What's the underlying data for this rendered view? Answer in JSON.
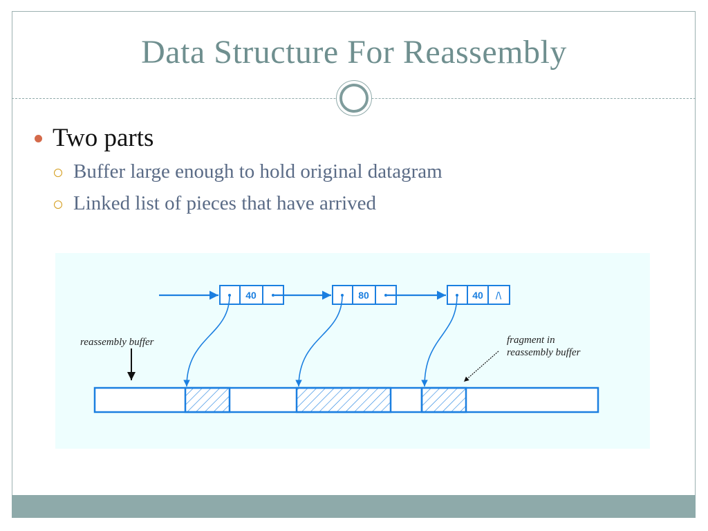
{
  "slide": {
    "title": "Data Structure For Reassembly",
    "bullets": [
      {
        "text": "Two parts",
        "subitems": [
          "Buffer large enough to hold original datagram",
          "Linked list of pieces that have arrived"
        ]
      }
    ]
  },
  "diagram": {
    "nodes": [
      {
        "value": "40",
        "next": "pointer"
      },
      {
        "value": "80",
        "next": "pointer"
      },
      {
        "value": "40",
        "next": "null"
      }
    ],
    "null_symbol": "/\\",
    "annotations": {
      "buffer_label": "reassembly buffer",
      "fragment_label_line1": "fragment in",
      "fragment_label_line2": "reassembly buffer"
    }
  },
  "colors": {
    "title": "#6f8f8f",
    "bullet_dot": "#d46a4a",
    "sub_bullet_ring": "#d39a16",
    "sub_text": "#5a6b86",
    "diagram_bg": "#eefefe",
    "diagram_blue": "#1b7fe0",
    "footer": "#8eaaaa"
  }
}
